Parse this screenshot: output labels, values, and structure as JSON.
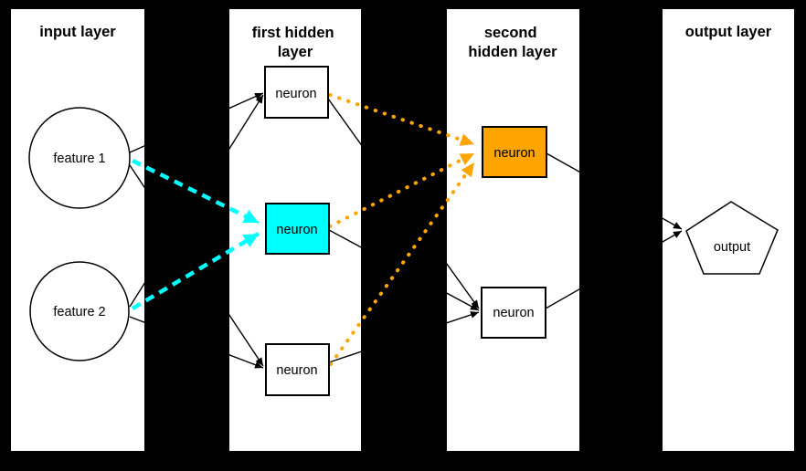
{
  "colors": {
    "canvas_bg": "#000000",
    "panel_bg": "#ffffff",
    "edge": "#000000",
    "highlight_cyan": "#00ffff",
    "highlight_orange": "#ffa500"
  },
  "panels": {
    "input": {
      "title": "input layer"
    },
    "hidden1": {
      "title_line1": "first hidden",
      "title_line2": "layer"
    },
    "hidden2": {
      "title_line1": "second",
      "title_line2": "hidden layer"
    },
    "output": {
      "title": "output layer"
    }
  },
  "nodes": {
    "feature1": {
      "label": "feature 1",
      "shape": "circle",
      "fill": "#ffffff"
    },
    "feature2": {
      "label": "feature 2",
      "shape": "circle",
      "fill": "#ffffff"
    },
    "hidden1_top": {
      "label": "neuron",
      "shape": "rect",
      "fill": "#ffffff"
    },
    "hidden1_middle": {
      "label": "neuron",
      "shape": "rect",
      "fill": "#00ffff"
    },
    "hidden1_bottom": {
      "label": "neuron",
      "shape": "rect",
      "fill": "#ffffff"
    },
    "hidden2_top": {
      "label": "neuron",
      "shape": "rect",
      "fill": "#ffa500"
    },
    "hidden2_bottom": {
      "label": "neuron",
      "shape": "rect",
      "fill": "#ffffff"
    },
    "output": {
      "label": "output",
      "shape": "pentagon",
      "fill": "#ffffff"
    }
  }
}
